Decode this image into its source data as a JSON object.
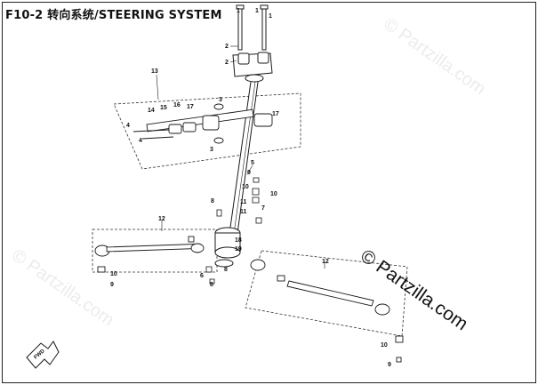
{
  "header": {
    "title": "F10-2 转向系统/STEERING SYSTEM"
  },
  "watermarks": {
    "faint_text": "© Partzilla.com",
    "main_text": "© Partzilla.com"
  },
  "direction_badge": {
    "label": "FWD"
  },
  "callouts": {
    "c1a": "1",
    "c1b": "1",
    "c1c": "1",
    "c2a": "2",
    "c2b": "2",
    "c13": "13",
    "c3a": "3",
    "c3b": "3",
    "c14": "14",
    "c15": "15",
    "c16": "16",
    "c17a": "17",
    "c17b": "17",
    "c4a": "4",
    "c4b": "4",
    "c5": "5",
    "c8a": "8",
    "c9a": "9",
    "c10a": "10",
    "c10b": "10",
    "c11a": "11",
    "c11b": "11",
    "c12a": "12",
    "c12b": "12",
    "c7": "7",
    "c18": "18",
    "c19": "19",
    "c6": "6",
    "c8b": "8",
    "c8c": "8",
    "c10c": "10",
    "c9b": "9",
    "c10d": "10",
    "c9c": "9"
  },
  "colors": {
    "line": "#1a1a1a",
    "dashed": "#333333",
    "watermark": "#ececec"
  }
}
